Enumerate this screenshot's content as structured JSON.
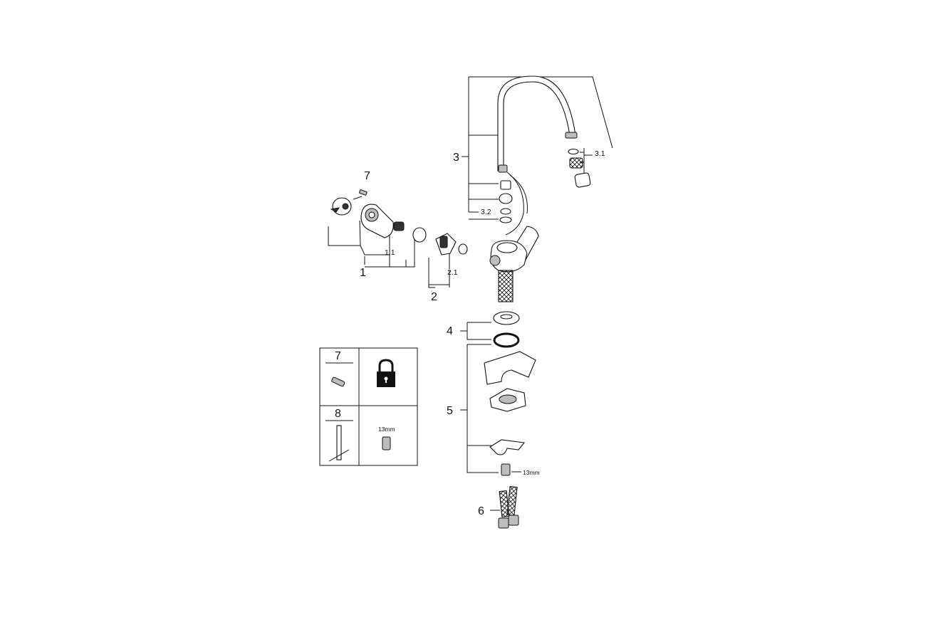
{
  "labels": {
    "p1": "1",
    "p1_1": "1.1",
    "p2": "2",
    "p2_1": "2.1",
    "p3": "3",
    "p3_1": "3.1",
    "p3_2": "3.2",
    "p4": "4",
    "p5": "5",
    "p6": "6",
    "p7": "7",
    "wrench_size": "13mm"
  },
  "legend": {
    "cell_7_number": "7",
    "cell_8_number": "8",
    "cell_wrench_size": "13mm",
    "lock_icon": "padlock-icon"
  }
}
